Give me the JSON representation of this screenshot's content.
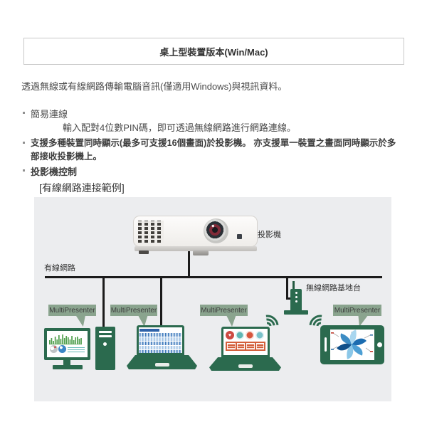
{
  "title_box": {
    "label": "桌上型裝置版本(Win/Mac)"
  },
  "intro": "透過無線或有線網路傳輸電腦音訊(僅適用Windows)與視訊資料。",
  "bullets": [
    {
      "label": "簡易連線",
      "detail": "輸入配對4位數PIN碼，即可透過無線網路進行網路連線。"
    },
    {
      "label": "支援多種裝置同時顯示(最多可支援16個畫面)於投影機。 亦支援單一裝置之畫面同時顯示於多部接收投影機上。"
    },
    {
      "label": "投影機控制"
    }
  ],
  "diagram": {
    "title": "[有線網路連接範例]",
    "projector_label": "投影機",
    "wired_network_label": "有線網路",
    "wireless_ap_label": "無線網路基地台",
    "badges": [
      "MultiPresenter",
      "MultiPresenter",
      "MultiPresenter",
      "MultiPresenter"
    ],
    "devices": [
      "desktop-pc",
      "wired-laptop",
      "wireless-laptop",
      "tablet"
    ],
    "colors": {
      "device_green": "#2b6a4e",
      "badge_green": "#8aa48e",
      "panel_gray": "#ecedef",
      "cable_black": "#1b1b1b",
      "banner_red": "#d4603c",
      "chart_green": "#4f9f4d",
      "table_blue": "#3f79bb"
    }
  }
}
